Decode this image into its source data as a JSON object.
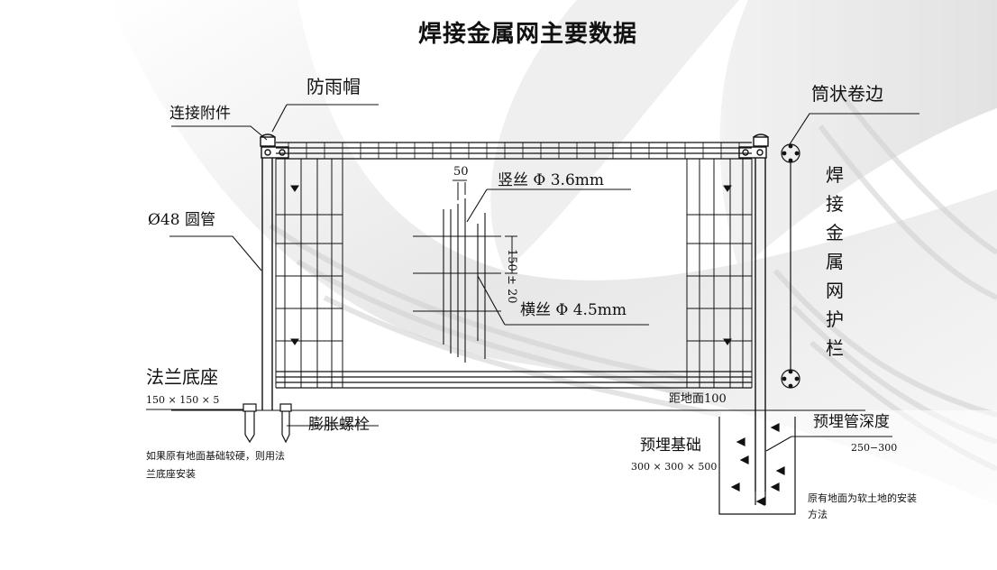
{
  "title": "焊接金属网主要数据",
  "labels": {
    "rain_cap": "防雨帽",
    "connector": "连接附件",
    "tube_roll": "筒状卷边",
    "round_pipe": "Ø48 圆管",
    "vertical_wire": "竖丝 Φ  3.6mm",
    "horizontal_wire": "横丝 Φ  4.5mm",
    "spacing_50": "50",
    "spacing_150": "150 ± 20",
    "flange_base": "法兰底座",
    "flange_size": "150 × 150 × 5",
    "expansion_bolt": "膨胀螺栓",
    "ground_distance": "距地面100",
    "foundation": "预埋基础",
    "foundation_size": "300 × 300 × 500",
    "embed_depth": "预埋管深度",
    "embed_depth_range": "250−300",
    "hard_ground_note": "如果原有地面基础较硬，则用法兰底座安装",
    "soft_ground_note": "原有地面为软土地的安装方法",
    "vertical_title": "焊接金属网护栏"
  }
}
